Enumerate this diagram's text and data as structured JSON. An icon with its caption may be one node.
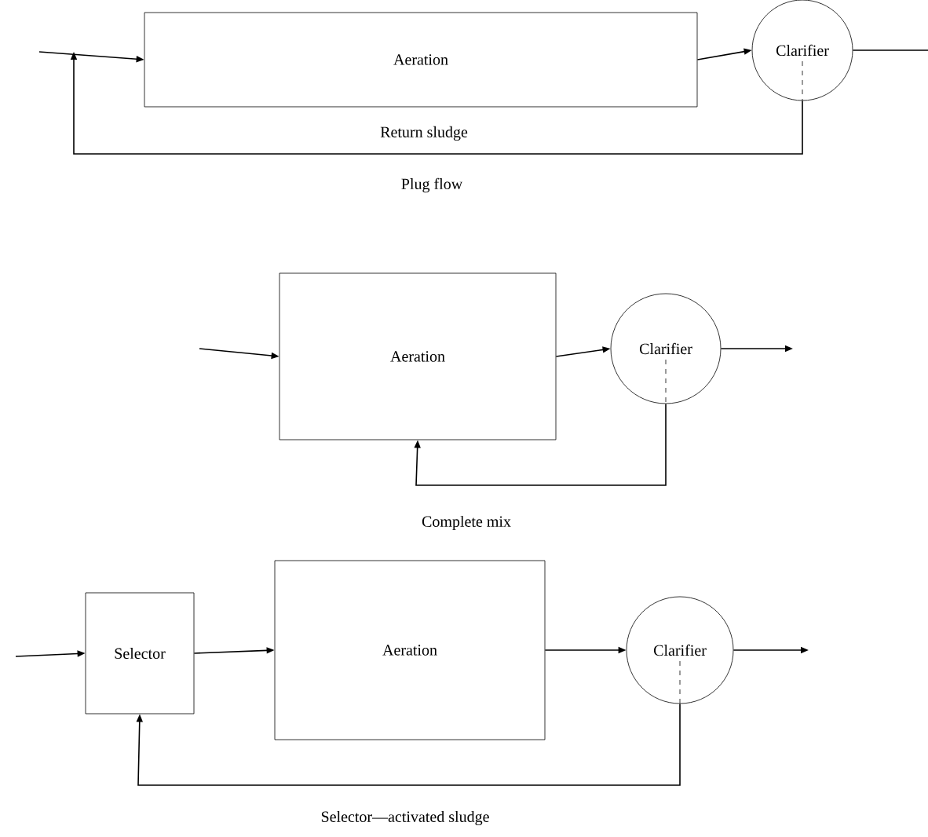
{
  "diagram": {
    "nodes": [
      {
        "text": [
          "Aeration"
        ]
      },
      {
        "text": [
          "Clarifier"
        ]
      },
      {
        "text": [
          "Aeration"
        ]
      },
      {
        "text": [
          "Clarifier"
        ]
      },
      {
        "text": [
          "Selector"
        ]
      },
      {
        "text": [
          "Aeration"
        ]
      },
      {
        "text": [
          "Clarifier"
        ]
      }
    ],
    "edges": [
      {
        "from": null,
        "to": 0,
        "arrow": "to"
      },
      {
        "from": 0,
        "to": 1,
        "arrow": "to"
      },
      {
        "from": 1,
        "to": null,
        "arrow": "none"
      },
      {
        "from": 1,
        "to": null,
        "arrow": "to",
        "label": "Return sludge"
      },
      {
        "from": null,
        "to": 2,
        "arrow": "to"
      },
      {
        "from": 2,
        "to": 3,
        "arrow": "to"
      },
      {
        "from": 3,
        "to": null,
        "arrow": "to"
      },
      {
        "from": 3,
        "to": 2,
        "arrow": "to"
      },
      {
        "from": null,
        "to": 4,
        "arrow": "to"
      },
      {
        "from": 4,
        "to": 5,
        "arrow": "to"
      },
      {
        "from": 5,
        "to": 6,
        "arrow": "to"
      },
      {
        "from": 6,
        "to": null,
        "arrow": "to"
      },
      {
        "from": 6,
        "to": 4,
        "arrow": "to"
      }
    ],
    "labels": [
      "Plug flow",
      "Complete mix",
      "Selector—activated sludge"
    ]
  }
}
